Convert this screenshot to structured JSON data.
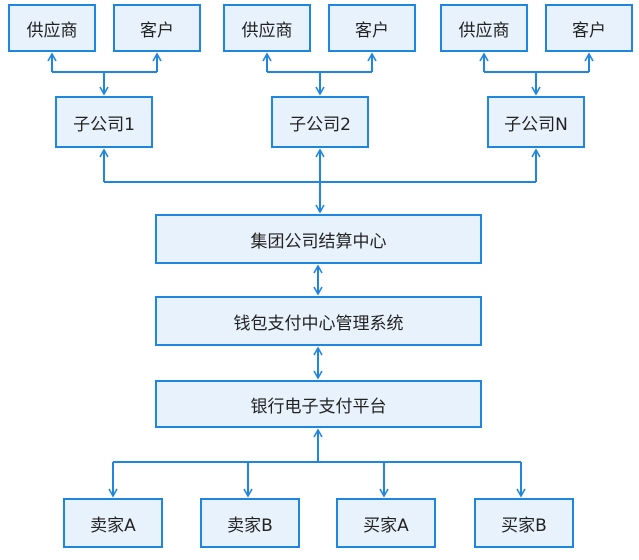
{
  "colors": {
    "stroke": "#1f86e0",
    "fill": "#e8f2fc",
    "text": "#222222"
  },
  "groups": [
    {
      "supplier": "供应商",
      "customer": "客户",
      "subsidiary": "子公司1"
    },
    {
      "supplier": "供应商",
      "customer": "客户",
      "subsidiary": "子公司2"
    },
    {
      "supplier": "供应商",
      "customer": "客户",
      "subsidiary": "子公司N"
    }
  ],
  "platforms": {
    "settlement": "集团公司结算中心",
    "wallet": "钱包支付中心管理系统",
    "bank": "银行电子支付平台"
  },
  "traders": [
    "卖家A",
    "卖家B",
    "买家A",
    "买家B"
  ]
}
